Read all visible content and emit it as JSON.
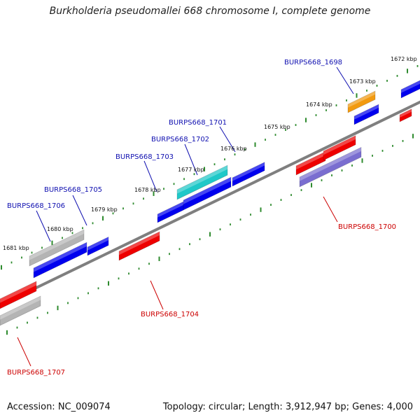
{
  "title": "Burkholderia pseudomallei 668 chromosome I, complete genome",
  "footer": {
    "accession": "Accession: NC_009074",
    "stats": "Topology: circular; Length: 3,912,947 bp; Genes: 4,000"
  },
  "ticks": [
    "1672 kbp",
    "1673 kbp",
    "1674 kbp",
    "1675 kbp",
    "1676 kbp",
    "1677 kbp",
    "1678 kbp",
    "1679 kbp",
    "1680 kbp",
    "1681 kbp"
  ],
  "gene_labels": [
    "BURPS668_1698",
    "BURPS668_1700",
    "BURPS668_1701",
    "BURPS668_1702",
    "BURPS668_1703",
    "BURPS668_1704",
    "BURPS668_1705",
    "BURPS668_1706",
    "BURPS668_1707"
  ],
  "colors": {
    "forward_label": "#1010b0",
    "reverse_label": "#cc0000",
    "tick": "#2e8b2e",
    "backbone": "#808080",
    "cds_blue": "#0000ee",
    "cds_red": "#ee0000",
    "cds_grey": "#b4b4b4",
    "cds_cyan": "#1fc8c8",
    "cds_orange": "#f29a10",
    "cds_purple": "#7a6ed0"
  }
}
